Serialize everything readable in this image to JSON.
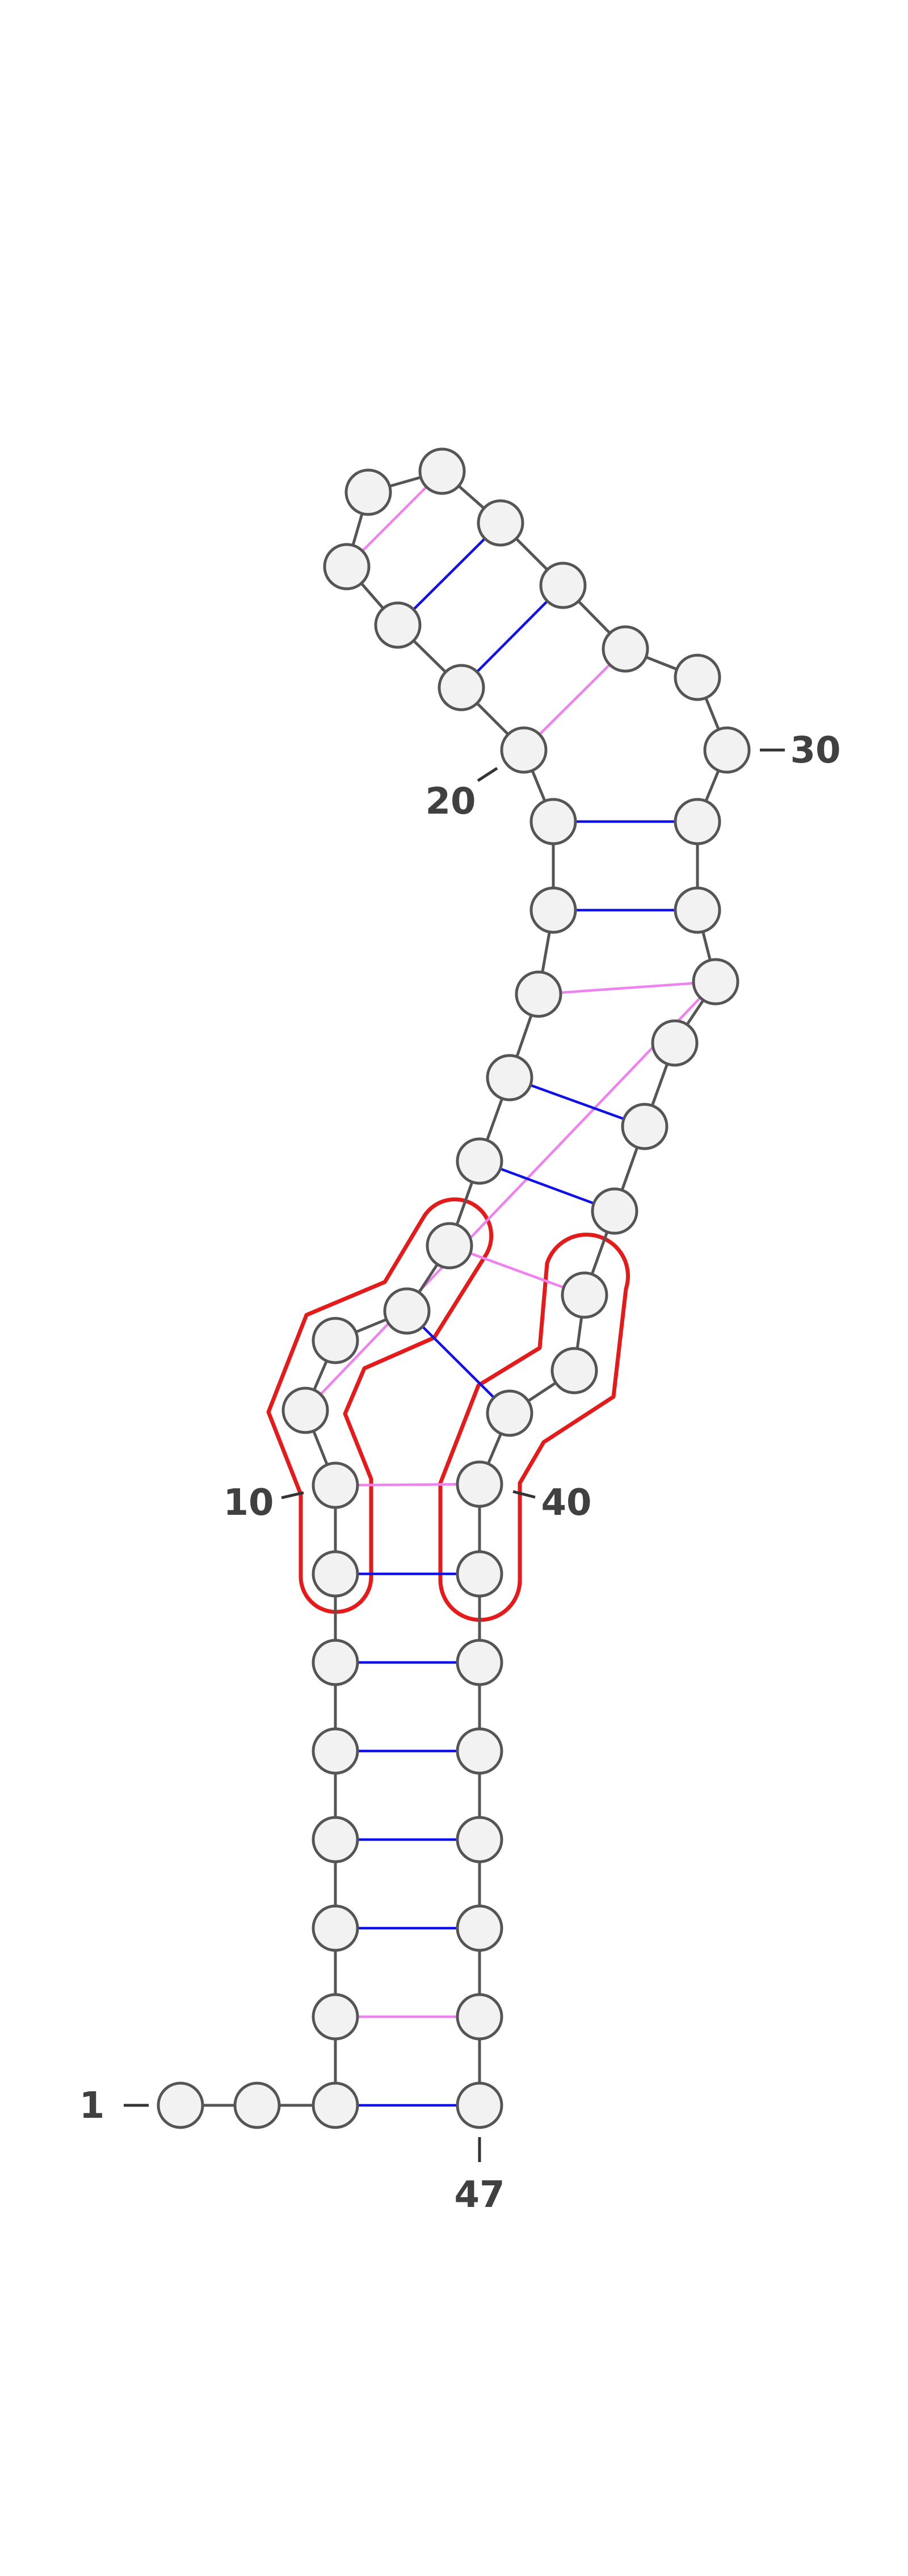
{
  "structure": {
    "nucleotide_count": 47,
    "nucleotide_labels": [
      {
        "id": "label-1",
        "text": "1"
      },
      {
        "id": "label-10",
        "text": "10"
      },
      {
        "id": "label-20",
        "text": "20"
      },
      {
        "id": "label-30",
        "text": "30"
      },
      {
        "id": "label-40",
        "text": "40"
      },
      {
        "id": "label-47",
        "text": "47"
      }
    ],
    "pairs": [
      {
        "i": 3,
        "j": 47,
        "type": "canonical"
      },
      {
        "i": 4,
        "j": 46,
        "type": "noncanonical"
      },
      {
        "i": 5,
        "j": 45,
        "type": "canonical"
      },
      {
        "i": 6,
        "j": 44,
        "type": "canonical"
      },
      {
        "i": 7,
        "j": 43,
        "type": "canonical"
      },
      {
        "i": 8,
        "j": 42,
        "type": "canonical"
      },
      {
        "i": 9,
        "j": 41,
        "type": "canonical"
      },
      {
        "i": 10,
        "j": 40,
        "type": "noncanonical"
      },
      {
        "i": 11,
        "j": 33,
        "type": "noncanonical"
      },
      {
        "i": 13,
        "j": 39,
        "type": "canonical"
      },
      {
        "i": 14,
        "j": 37,
        "type": "noncanonical"
      },
      {
        "i": 15,
        "j": 36,
        "type": "canonical"
      },
      {
        "i": 16,
        "j": 35,
        "type": "canonical"
      },
      {
        "i": 17,
        "j": 33,
        "type": "noncanonical"
      },
      {
        "i": 18,
        "j": 32,
        "type": "canonical"
      },
      {
        "i": 19,
        "j": 31,
        "type": "canonical"
      },
      {
        "i": 20,
        "j": 28,
        "type": "noncanonical"
      },
      {
        "i": 21,
        "j": 27,
        "type": "canonical"
      },
      {
        "i": 22,
        "j": 26,
        "type": "canonical"
      },
      {
        "i": 23,
        "j": 25,
        "type": "noncanonical"
      }
    ],
    "highlighted_regions": [
      "10-13",
      "37-38",
      "40-41"
    ]
  },
  "colors": {
    "canonical_pair": "#1010e8",
    "noncanonical_pair": "#ee82ee",
    "highlight": "#e51a1a",
    "node_fill": "#f2f2f2",
    "node_stroke": "#555555"
  }
}
